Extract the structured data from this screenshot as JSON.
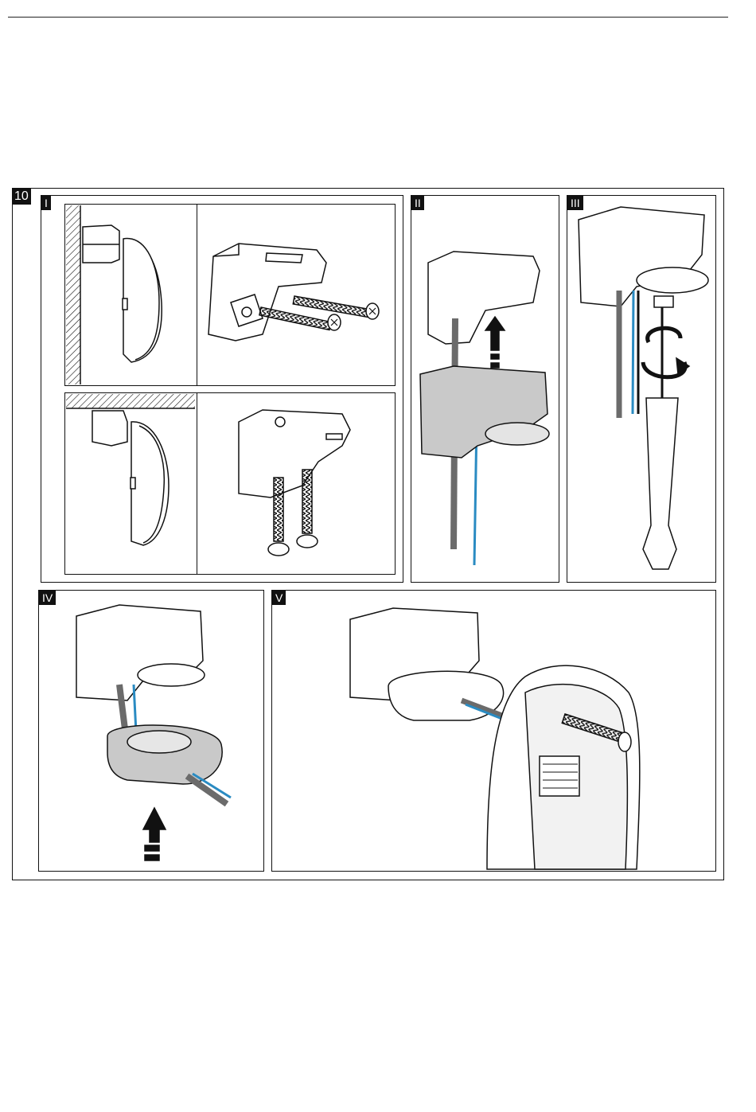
{
  "figure": {
    "number": "10",
    "steps": [
      "I",
      "II",
      "III",
      "IV",
      "V"
    ]
  },
  "colors": {
    "line": "#111111",
    "housing_grey": "#c9c9c9",
    "dark_grey": "#6b6b6b",
    "wire_blue": "#2a8bc2",
    "wire_grey": "#7a7a7a",
    "wire_black": "#1a1a1a"
  }
}
